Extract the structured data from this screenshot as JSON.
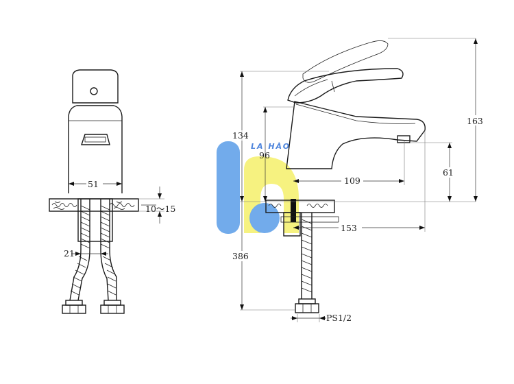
{
  "dimensions": {
    "width_51": "51",
    "base_10_15": "10～15",
    "hose_21": "21",
    "height_134": "134",
    "height_96": "96",
    "reach_109": "109",
    "height_61": "61",
    "total_163": "163",
    "hose_386": "386",
    "depth_153": "153",
    "thread": "PS1/2"
  },
  "watermark": {
    "text": "LA HÀO",
    "blue": "#5a9de8",
    "yellow": "#f5f06a"
  }
}
